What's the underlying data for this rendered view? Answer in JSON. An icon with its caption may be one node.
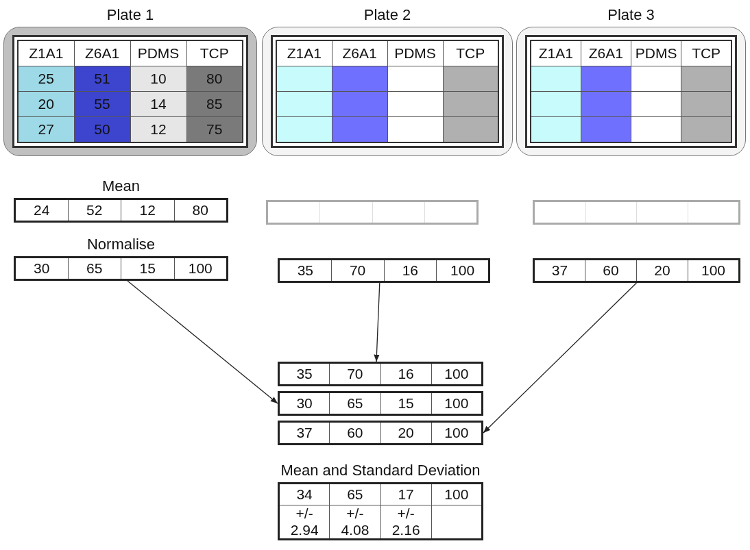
{
  "diagram": {
    "nodes": [
      {
        "text": [
          "Plate 1",
          "Z1A1",
          "Z6A1",
          "PDMS",
          "TCP",
          "25",
          "51",
          "10",
          "80",
          "20",
          "55",
          "14",
          "85",
          "27",
          "50",
          "12",
          "75"
        ]
      },
      {
        "text": [
          "Plate 2",
          "Z1A1",
          "Z6A1",
          "PDMS",
          "TCP"
        ]
      },
      {
        "text": [
          "Plate 3",
          "Z1A1",
          "Z6A1",
          "PDMS",
          "TCP"
        ]
      },
      {
        "text": [
          "Mean",
          "24",
          "52",
          "12",
          "80"
        ]
      },
      {
        "text": [],
        "shape": "box"
      },
      {
        "text": [],
        "shape": "box"
      },
      {
        "text": [
          "Normalise",
          "30",
          "65",
          "15",
          "100"
        ]
      },
      {
        "text": [
          "35",
          "70",
          "16",
          "100"
        ]
      },
      {
        "text": [
          "37",
          "60",
          "20",
          "100"
        ]
      },
      {
        "text": [
          "35",
          "70",
          "16",
          "100"
        ]
      },
      {
        "text": [
          "30",
          "65",
          "15",
          "100"
        ]
      },
      {
        "text": [
          "37",
          "60",
          "20",
          "100"
        ]
      },
      {
        "text": [
          "Mean and Standard Deviation",
          "34",
          "65",
          "17",
          "100",
          "+/- 2.94",
          "+/- 4.08",
          "+/- 2.16"
        ]
      }
    ],
    "edges": [
      {
        "from": 6,
        "to": 10,
        "arrow": "to"
      },
      {
        "from": 7,
        "to": 9,
        "arrow": "to"
      },
      {
        "from": 8,
        "to": 11,
        "arrow": "to"
      }
    ]
  }
}
